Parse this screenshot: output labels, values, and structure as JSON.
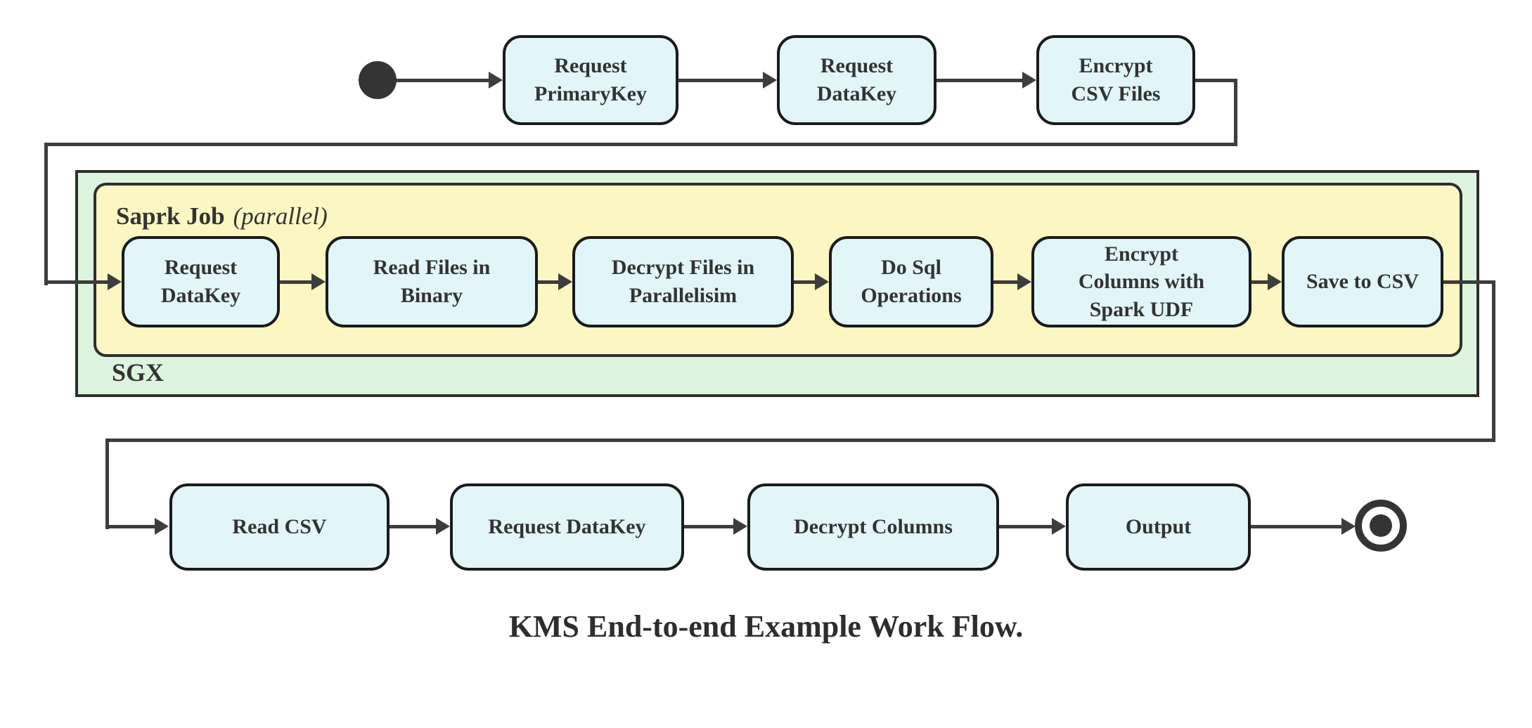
{
  "diagram": {
    "caption": "KMS End-to-end Example Work Flow.",
    "colors": {
      "node_fill": "#e2f6fa",
      "node_border": "#1b1b1b",
      "sgx_fill": "#ddf5df",
      "spark_fill": "#fcf6c3",
      "container_border": "#2e2e2e",
      "edge": "#3d3d3d",
      "text": "#333333",
      "terminal": "#343434"
    },
    "top_flow": {
      "nodes": [
        {
          "label": "Request\nPrimaryKey"
        },
        {
          "label": "Request\nDataKey"
        },
        {
          "label": "Encrypt\nCSV Files"
        }
      ]
    },
    "sgx": {
      "label": "SGX",
      "spark": {
        "label": "Saprk Job",
        "qualifier": "(parallel)",
        "nodes": [
          {
            "label": "Request\nDataKey"
          },
          {
            "label": "Read Files in\nBinary"
          },
          {
            "label": "Decrypt Files in\nParallelisim"
          },
          {
            "label": "Do Sql\nOperations"
          },
          {
            "label": "Encrypt\nColumns with\nSpark UDF"
          },
          {
            "label": "Save to CSV"
          }
        ]
      }
    },
    "bottom_flow": {
      "nodes": [
        {
          "label": "Read CSV"
        },
        {
          "label": "Request DataKey"
        },
        {
          "label": "Decrypt Columns"
        },
        {
          "label": "Output"
        }
      ]
    }
  }
}
